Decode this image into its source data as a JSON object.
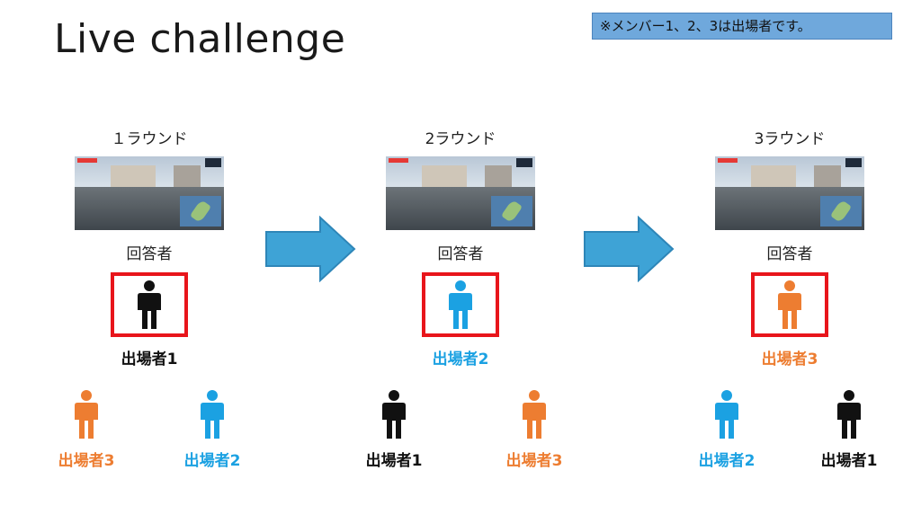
{
  "slide": {
    "title": "Live challenge",
    "note": "※メンバー1、2、3は出場者です。"
  },
  "colors": {
    "black": "#111111",
    "blue": "#1ba1e2",
    "orange": "#ed7d31",
    "frame": "#e8151b",
    "arrow": "#3ea3d6",
    "note_bg": "#6fa8dc"
  },
  "rounds": [
    {
      "label": "１ラウンド",
      "answer_label": "回答者",
      "answerer": {
        "name": "出場者1",
        "color": "black"
      },
      "others": [
        {
          "name": "出場者3",
          "color": "orange"
        },
        {
          "name": "出場者2",
          "color": "blue"
        }
      ]
    },
    {
      "label": "2ラウンド",
      "answer_label": "回答者",
      "answerer": {
        "name": "出場者2",
        "color": "blue"
      },
      "others": [
        {
          "name": "出場者1",
          "color": "black"
        },
        {
          "name": "出場者3",
          "color": "orange"
        }
      ]
    },
    {
      "label": "3ラウンド",
      "answer_label": "回答者",
      "answerer": {
        "name": "出場者3",
        "color": "orange"
      },
      "others": [
        {
          "name": "出場者2",
          "color": "blue"
        },
        {
          "name": "出場者1",
          "color": "black"
        }
      ]
    }
  ]
}
